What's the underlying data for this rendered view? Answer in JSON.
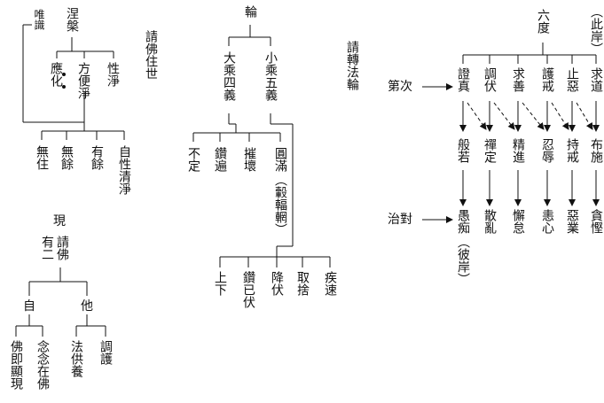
{
  "tree1": {
    "root": "涅槃",
    "side": "唯識",
    "a": "應化",
    "b": "方便淨",
    "c": "性淨",
    "leaves": [
      "無住",
      "無餘",
      "有餘",
      "自性清淨"
    ],
    "caption": "請佛住世"
  },
  "tree2": {
    "root": "輪",
    "left": "大乘四義",
    "right": "小乘五義",
    "mid": [
      "不定",
      "鑽遍",
      "摧壞",
      "圓滿"
    ],
    "paren": "（轂輻輞）",
    "leaves": [
      "上下",
      "鑽已伏",
      "降伏",
      "取捨",
      "疾速"
    ],
    "caption": "請轉法輪"
  },
  "tree3": {
    "title": "現",
    "row1": "有二",
    "row1b": "請佛",
    "self": "自",
    "other": "他",
    "self_leaves": [
      "佛即顯現",
      "念念在佛"
    ],
    "other_leaves": [
      "法供養",
      "調護"
    ]
  },
  "tree4": {
    "root": "六度",
    "paren": "（此岸）",
    "label_order": "第次",
    "label_counter": "治對",
    "row1": [
      "證真",
      "調伏",
      "求善",
      "護戒",
      "止惡",
      "求道"
    ],
    "row2": [
      "般若",
      "禪定",
      "精進",
      "忍辱",
      "持戒",
      "布施"
    ],
    "row3": [
      "愚痴",
      "散亂",
      "懈怠",
      "恚心",
      "惡業",
      "貪慳"
    ],
    "row3_paren": "（彼岸）"
  }
}
